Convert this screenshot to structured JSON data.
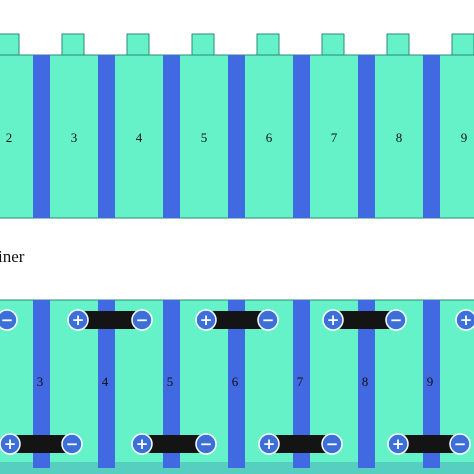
{
  "top_diagram": {
    "cell_labels": [
      "2",
      "3",
      "4",
      "5",
      "6",
      "7",
      "8",
      "9"
    ]
  },
  "caption": "iner",
  "bottom_diagram": {
    "cell_labels": [
      "3",
      "4",
      "5",
      "6",
      "7",
      "8",
      "9"
    ]
  },
  "terminal_signs": {
    "positive": "+",
    "negative": "−"
  },
  "colors": {
    "cell_fill": "#66f2c8",
    "cell_stroke": "#2a8a78",
    "separator": "#4169e1",
    "busbar": "#141414",
    "terminal": "#3d6fd8",
    "bottom_band": "#56cfc0"
  }
}
